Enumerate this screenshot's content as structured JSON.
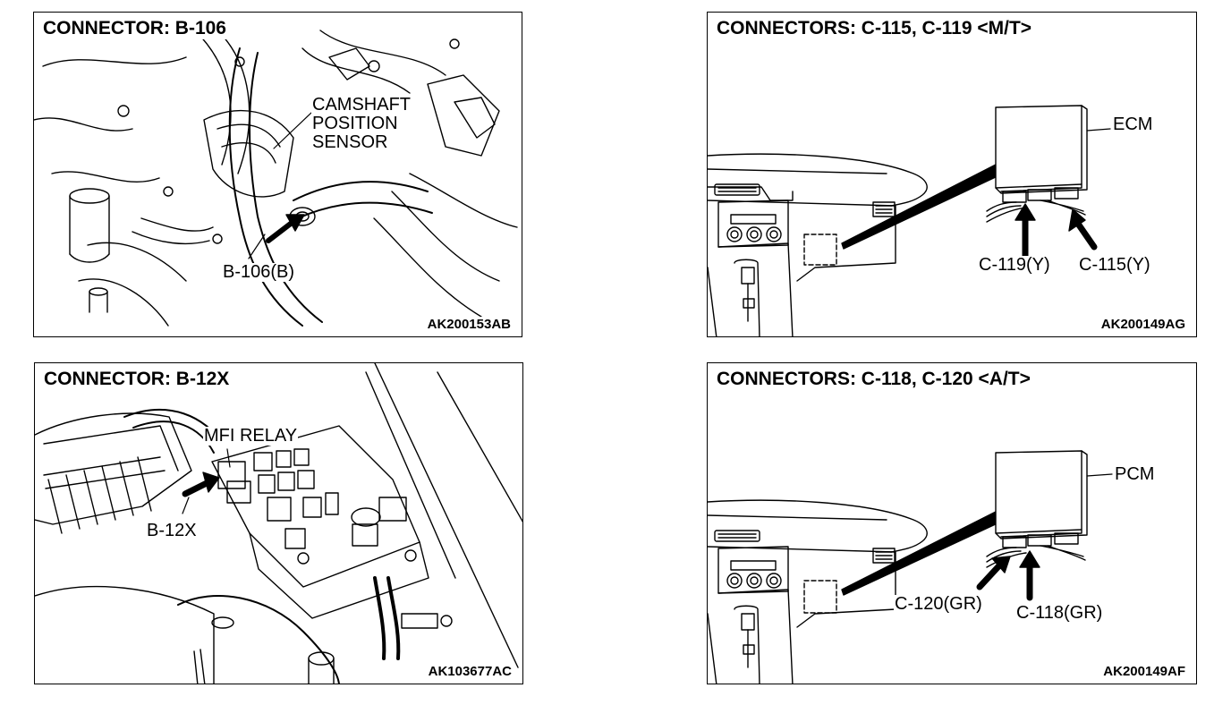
{
  "panels": {
    "p1": {
      "title": "CONNECTOR: B-106",
      "labels": {
        "component": [
          "CAMSHAFT",
          "POSITION",
          "SENSOR"
        ],
        "connector": "B-106(B)"
      },
      "code": "AK200153AB"
    },
    "p2": {
      "title": "CONNECTORS: C-115, C-119 <M/T>",
      "labels": {
        "module": "ECM",
        "connector_a": "C-119(Y)",
        "connector_b": "C-115(Y)"
      },
      "code": "AK200149AG"
    },
    "p3": {
      "title": "CONNECTOR: B-12X",
      "labels": {
        "component": "MFI RELAY",
        "connector": "B-12X"
      },
      "code": "AK103677AC"
    },
    "p4": {
      "title": "CONNECTORS: C-118, C-120 <A/T>",
      "labels": {
        "module": "PCM",
        "connector_a": "C-120(GR)",
        "connector_b": "C-118(GR)"
      },
      "code": "AK200149AF"
    }
  }
}
